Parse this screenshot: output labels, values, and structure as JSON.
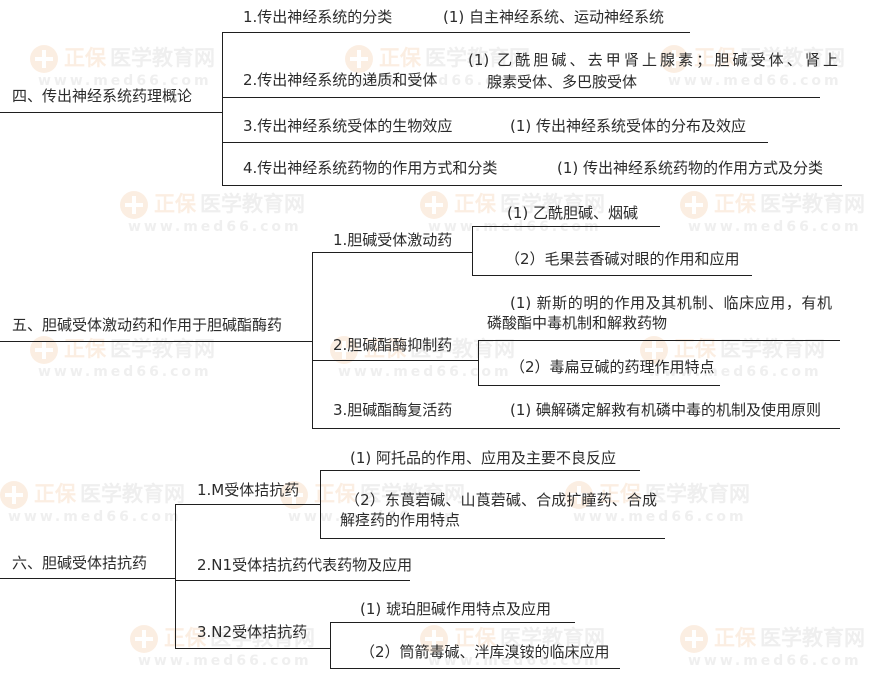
{
  "colors": {
    "line": "#1f1f1f",
    "text": "#2b2b2b",
    "watermark_brand": "#e8822c",
    "watermark_gray": "#8a8a8a"
  },
  "watermark": {
    "brand": "正保",
    "site": "医学教育网",
    "url": "www.med66.com",
    "icon": "cross-circle-logo-icon"
  },
  "mindmap": {
    "section_4": {
      "title": "四、传出神经系统药理概论",
      "branch_1": {
        "label": "1.传出神经系统的分类",
        "item_1": "(1) 自主神经系统、运动神经系统"
      },
      "branch_2": {
        "label": "2.传出神经系统的递质和受体",
        "item_1": [
          "(1) 乙酰胆碱、去甲肾上腺素；胆碱受体、肾上",
          "腺素受体、多巴胺受体"
        ]
      },
      "branch_3": {
        "label": "3.传出神经系统受体的生物效应",
        "item_1": "(1) 传出神经系统受体的分布及效应"
      },
      "branch_4": {
        "label": "4.传出神经系统药物的作用方式和分类",
        "item_1": "(1) 传出神经系统药物的作用方式及分类"
      }
    },
    "section_5": {
      "title": "五、胆碱受体激动药和作用于胆碱酯酶药",
      "branch_1": {
        "label": "1.胆碱受体激动药",
        "item_1": "(1) 乙酰胆碱、烟碱",
        "item_2": "（2）毛果芸香碱对眼的作用和应用"
      },
      "branch_2": {
        "label": "2.胆碱酯酶抑制药",
        "item_1": [
          "(1) 新斯的明的作用及其机制、临床应用，有机",
          "磷酸酯中毒机制和解救药物"
        ],
        "item_2": "（2）毒扁豆碱的药理作用特点"
      },
      "branch_3": {
        "label": "3.胆碱酯酶复活药",
        "item_1": "(1) 碘解磷定解救有机磷中毒的机制及使用原则"
      }
    },
    "section_6": {
      "title": "六、胆碱受体拮抗药",
      "branch_1": {
        "label": "1.M受体拮抗药",
        "item_1": "(1) 阿托品的作用、应用及主要不良反应",
        "item_2": [
          "（2）东莨菪碱、山莨菪碱、合成扩瞳药、合成",
          "解痉药的作用特点"
        ]
      },
      "branch_2": {
        "label": "2.N1受体拮抗药代表药物及应用"
      },
      "branch_3": {
        "label": "3.N2受体拮抗药",
        "item_1": "(1) 琥珀胆碱作用特点及应用",
        "item_2": "（2）筒箭毒碱、泮库溴铵的临床应用"
      }
    }
  }
}
